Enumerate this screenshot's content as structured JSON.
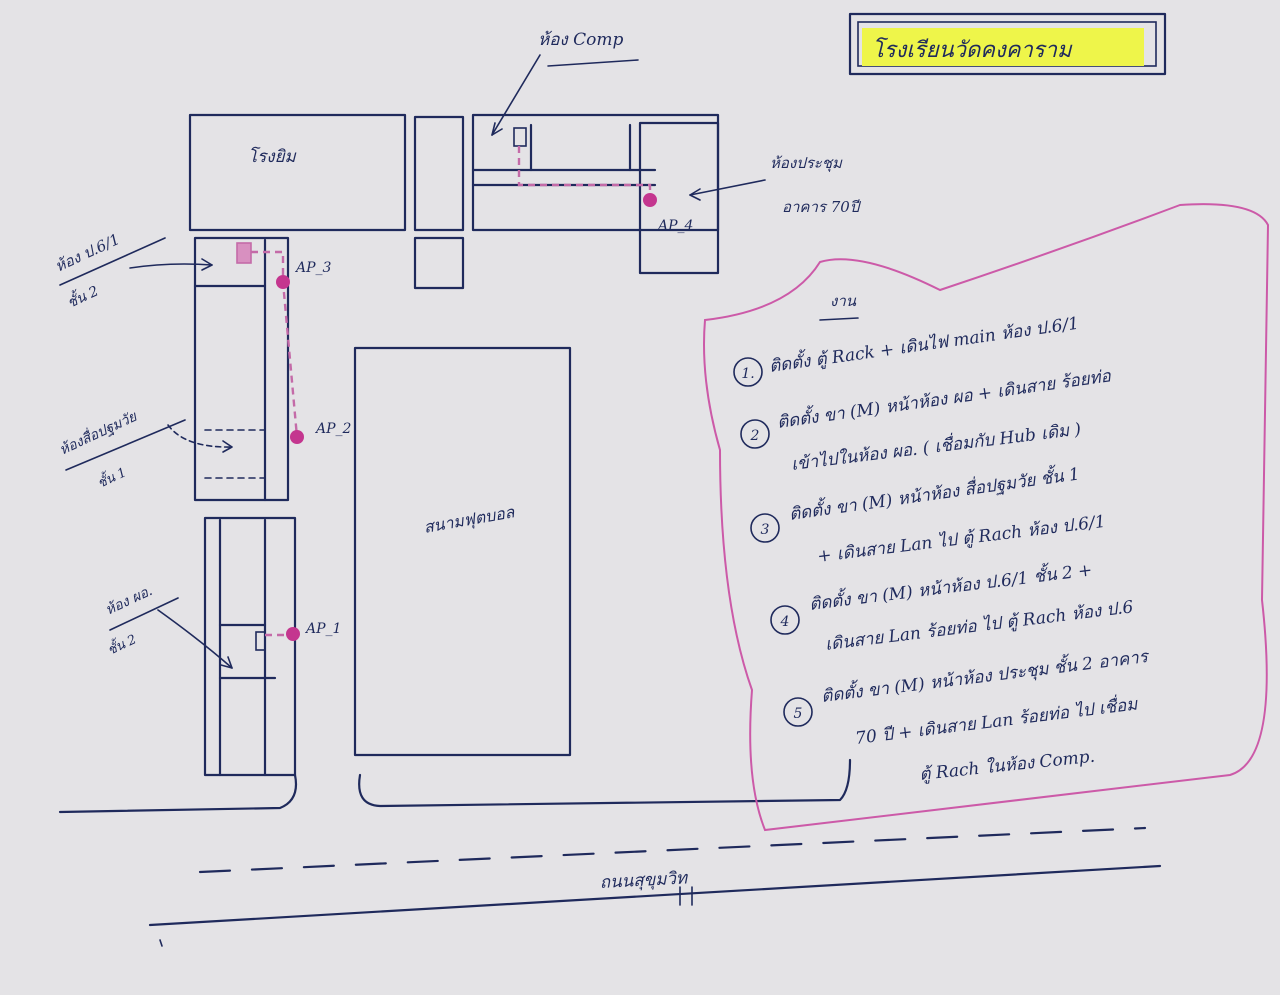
{
  "title": "โรงเรียนวัดคงคาราม",
  "buildings": {
    "top_left": "โรงยิม",
    "field": "สนามฟุตบอล",
    "road": "ถนนสุขุมวิท"
  },
  "room_labels": {
    "comp": "ห้อง Comp",
    "meeting_room": "ห้องประชุม",
    "building_70": "อาคาร 70ปี",
    "p61_room": "ห้อง ป.6/1",
    "p61_floor": "ชั้น 2",
    "media_room": "ห้องสื่อปฐมวัย",
    "media_floor": "ชั้น 1",
    "director_room": "ห้อง ผอ.",
    "director_floor": "ชั้น 2"
  },
  "access_points": [
    "AP_1",
    "AP_2",
    "AP_3",
    "AP_4"
  ],
  "work_list": {
    "heading": "งาน",
    "items": [
      {
        "number": "1.",
        "lines": [
          "ติดตั้ง ตู้ Rack + เดินไฟ main ห้อง ป.6/1"
        ]
      },
      {
        "number": "2",
        "lines": [
          "ติดตั้ง ขา (M) หน้าห้อง ผอ + เดินสาย ร้อยท่อ",
          "เข้าไปในห้อง ผอ. ( เชื่อมกับ Hub เดิม )"
        ]
      },
      {
        "number": "3",
        "lines": [
          "ติดตั้ง ขา (M) หน้าห้อง สื่อปฐมวัย ชั้น 1",
          "+ เดินสาย Lan ไป ตู้ Rach ห้อง ป.6/1"
        ]
      },
      {
        "number": "4",
        "lines": [
          "ติดตั้ง ขา (M) หน้าห้อง ป.6/1 ชั้น 2 +",
          "เดินสาย Lan ร้อยท่อ ไป ตู้ Rach ห้อง ป.6"
        ]
      },
      {
        "number": "5",
        "lines": [
          "ติดตั้ง ขา (M) หน้าห้อง ประชุม ชั้น 2 อาคาร",
          "70 ปี + เดินสาย Lan ร้อยท่อ ไป เชื่อม",
          "ตู้ Rach ในห้อง Comp."
        ]
      }
    ]
  },
  "colors": {
    "ink": "#1f2a5c",
    "ap_marker": "#c4368f",
    "border": "#cc5aa8",
    "highlight": "#eef54a",
    "paper": "#e4e3e6"
  }
}
